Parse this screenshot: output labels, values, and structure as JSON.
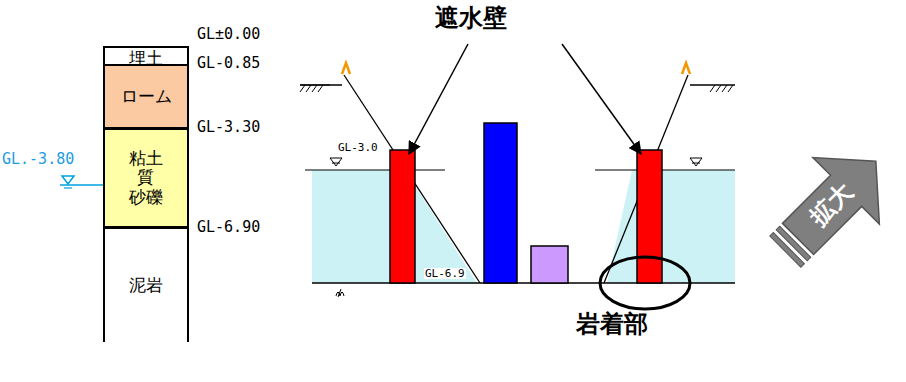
{
  "diagram": {
    "nodes": [
      {
        "text": [
          "埋土"
        ]
      },
      {
        "text": [
          "ローム"
        ]
      },
      {
        "text": [
          "粘土質 砂礫"
        ]
      },
      {
        "text": [
          "泥岩"
        ]
      },
      {
        "text": [
          "拡大"
        ]
      }
    ],
    "labels": [
      "GL±0.00",
      "GL-0.85",
      "GL-3.30",
      "GL-6.90",
      "GL.-3.80",
      "GL-3.0",
      "GL-6.9",
      "遮水壁",
      "岩着部"
    ]
  }
}
